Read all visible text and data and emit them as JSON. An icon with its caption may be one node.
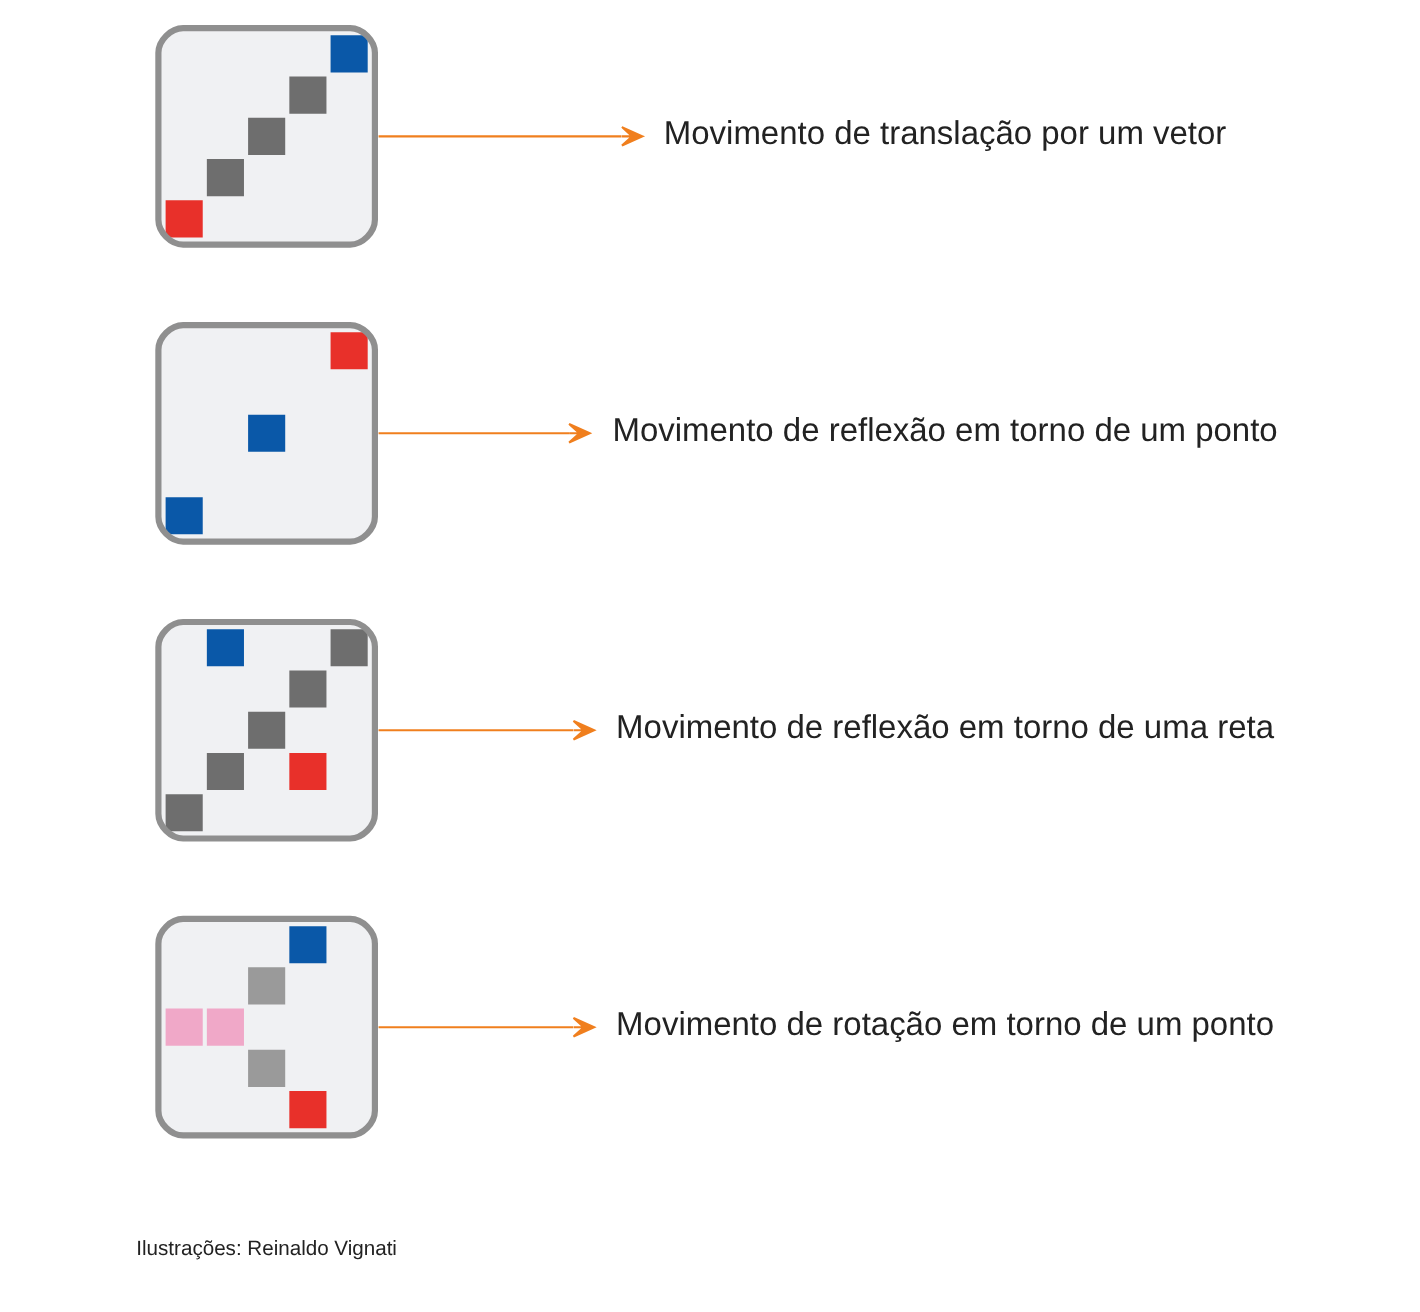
{
  "diagram": {
    "nodes": [
      {
        "text": [],
        "shape": "picture"
      },
      {
        "text": [
          "Movimento de translação por um vetor"
        ]
      },
      {
        "text": [],
        "shape": "picture"
      },
      {
        "text": [
          "Movimento de reflexão em torno de um ponto"
        ]
      },
      {
        "text": [],
        "shape": "picture"
      },
      {
        "text": [
          "Movimento de reflexão em torno de uma reta"
        ]
      },
      {
        "text": [],
        "shape": "picture"
      },
      {
        "text": [
          "Movimento de rotação em torno de um ponto"
        ]
      }
    ],
    "edges": [
      {
        "from": 0,
        "to": 1,
        "arrow": "to"
      },
      {
        "from": 2,
        "to": 3,
        "arrow": "to"
      },
      {
        "from": 4,
        "to": 5,
        "arrow": "to"
      },
      {
        "from": 6,
        "to": 7,
        "arrow": "to"
      }
    ],
    "labels": [
      "Ilustrações: Reinaldo Vignati"
    ]
  }
}
